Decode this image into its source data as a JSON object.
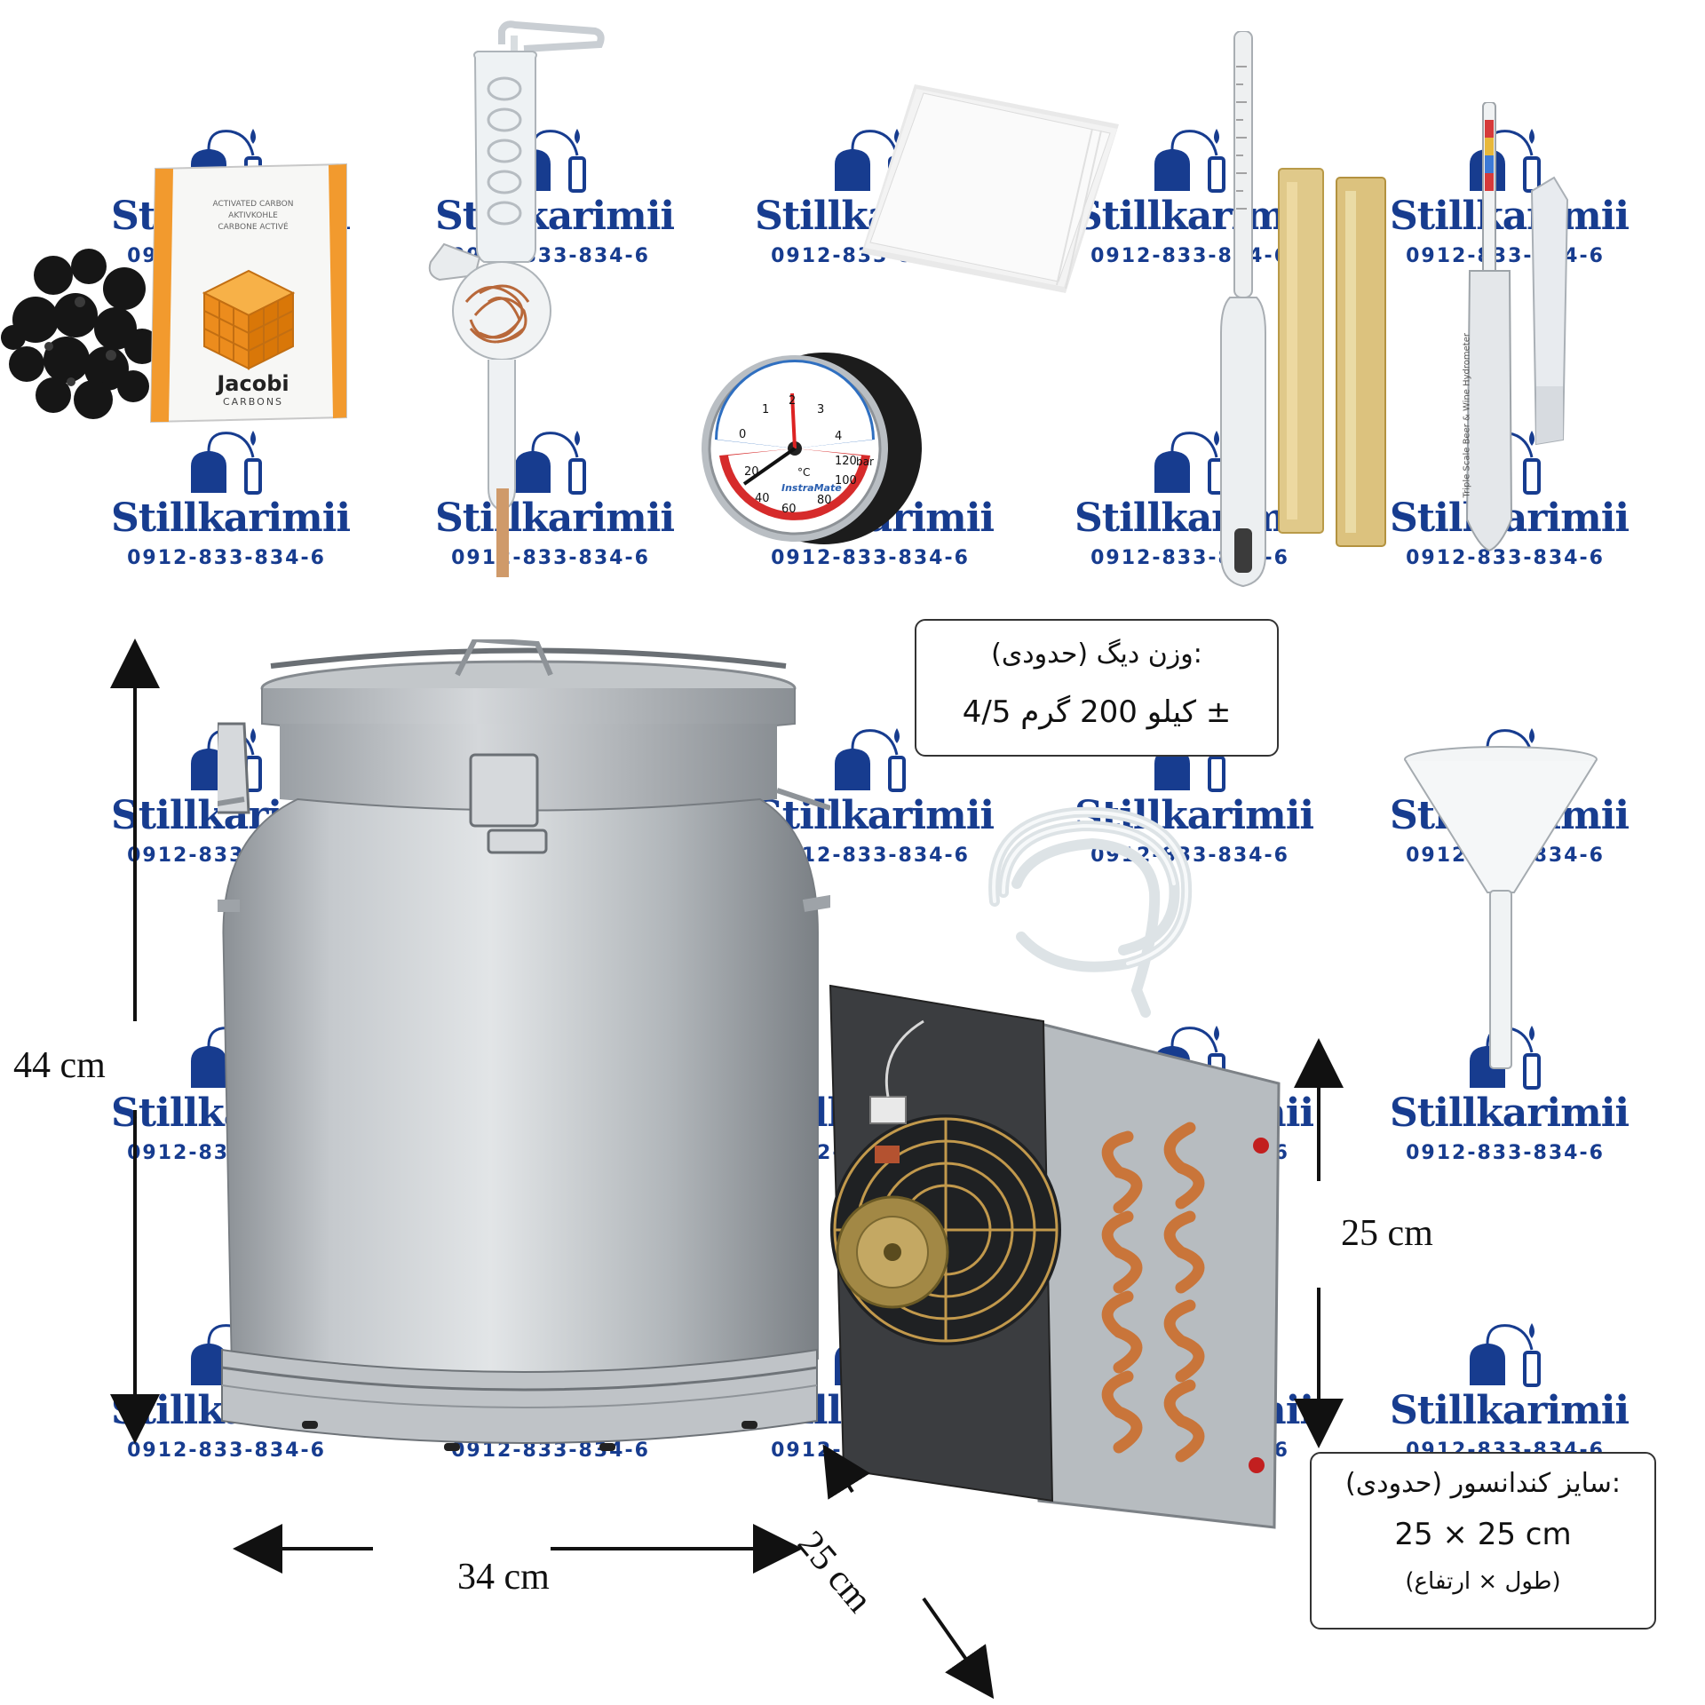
{
  "watermark": {
    "brand": "Stillkarimii",
    "phone": "0912-833-834-6",
    "logo_color": "#173c8f"
  },
  "dimensions": {
    "tank_height": "44 cm",
    "tank_width": "34 cm",
    "tank_depth": "25 cm",
    "condenser_height": "25 cm"
  },
  "weight_box": {
    "title": "وزن دیگ (حدودی):",
    "value": "4/5 کیلو 200 گرم ±"
  },
  "condenser_box": {
    "title": "سایز کندانسور (حدودی):",
    "value": "25 × 25 cm",
    "note": "(طول × ارتفاع)"
  },
  "products": {
    "carbon_bag": {
      "line1": "ACTIVATED CARBON",
      "line2": "AKTIVKOHLE",
      "line3": "CARBONE ACTIVÉ",
      "brand": "Jacobi",
      "sub": "CARBONS"
    },
    "gauge": {
      "brand": "InstraMate",
      "unit": "bar",
      "temp_unit": "°C"
    },
    "hydrometer_label": "Triple Scale Beer & Wine Hydrometer"
  }
}
